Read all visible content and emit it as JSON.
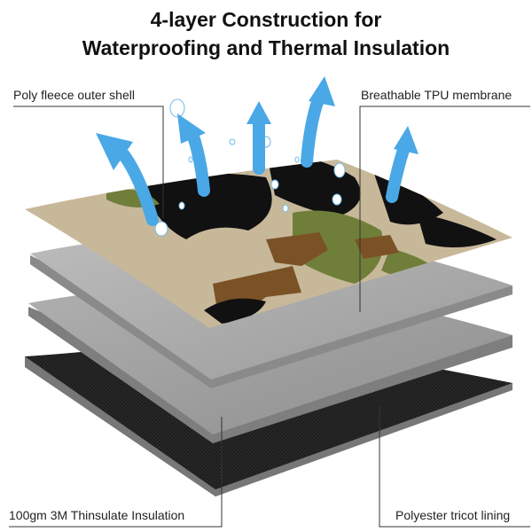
{
  "title": {
    "line1": "4-layer Construction for",
    "line2": "Waterproofing and Thermal Insulation"
  },
  "labels": {
    "outer_shell": "Poly fleece outer shell",
    "membrane": "Breathable TPU membrane",
    "insulation": "100gm 3M Thinsulate Insulation",
    "lining": "Polyester tricot lining"
  },
  "colors": {
    "arrow": "#4aa8e6",
    "camo_tan": "#c8b89a",
    "camo_green": "#6f7f3a",
    "camo_brown": "#7a5226",
    "camo_black": "#111111",
    "membrane_gray": "#a9a9a9",
    "insulation_gray": "#9c9c9c",
    "lining_black": "#1c1c1c",
    "leader_line": "#333333"
  }
}
